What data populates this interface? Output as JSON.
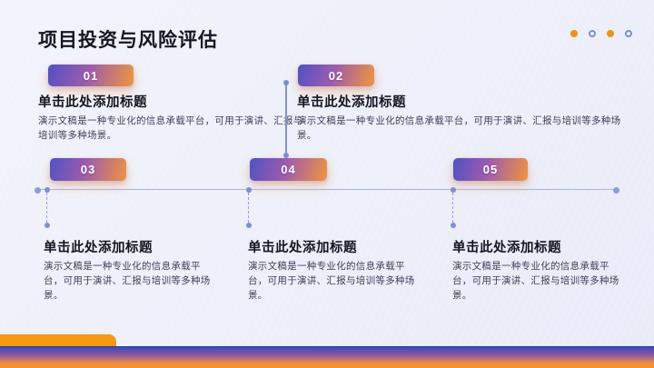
{
  "slide": {
    "title": "项目投资与风险评估"
  },
  "pager": {
    "dots": [
      "filled",
      "outline",
      "filled",
      "outline"
    ]
  },
  "items": [
    {
      "number": "01",
      "heading": "单击此处添加标题",
      "body": "演示文稿是一种专业化的信息承载平台，可用于演讲、汇报与培训等多种场景。"
    },
    {
      "number": "02",
      "heading": "单击此处添加标题",
      "body": "演示文稿是一种专业化的信息承载平台，可用于演讲、汇报与培训等多种场景。"
    },
    {
      "number": "03",
      "heading": "单击此处添加标题",
      "body": "演示文稿是一种专业化的信息承载平台，可用于演讲、汇报与培训等多种场景。"
    },
    {
      "number": "04",
      "heading": "单击此处添加标题",
      "body": "演示文稿是一种专业化的信息承载平台，可用于演讲、汇报与培训等多种场景。"
    },
    {
      "number": "05",
      "heading": "单击此处添加标题",
      "body": "演示文稿是一种专业化的信息承载平台，可用于演讲、汇报与培训等多种场景。"
    }
  ],
  "colors": {
    "background": "#eceff9",
    "background_light": "#f2f4fc",
    "badge_gradient_start": "#5052c4",
    "badge_gradient_mid": "#9c5bae",
    "badge_gradient_end": "#f0953d",
    "accent_orange": "#f2930d",
    "accent_orange_dark": "#f8980e",
    "timeline": "#a9b4dc",
    "dot": "#7c8ed6",
    "heading_text": "#14161f",
    "body_text": "#3c4156",
    "footer_blue": "#3b48bf",
    "footer_orange": "#f6941f"
  }
}
